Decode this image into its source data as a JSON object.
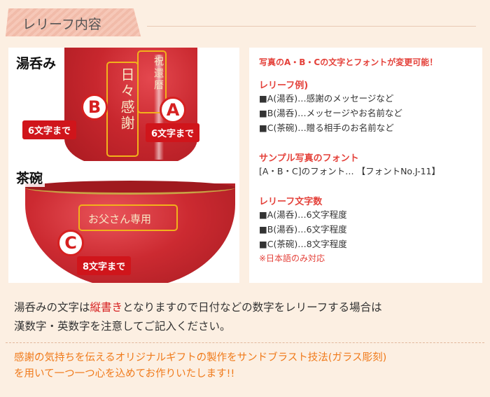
{
  "header": {
    "title": "レリーフ内容"
  },
  "photos": {
    "yunomi_label": "湯呑み",
    "chawan_label": "茶碗",
    "engraving_a": "祝還暦",
    "engraving_b": "日々感謝",
    "engraving_c": "お父さん専用",
    "marker_a": "A",
    "marker_b": "B",
    "marker_c": "C",
    "limit_a": "6文字まで",
    "limit_b": "6文字まで",
    "limit_c": "8文字まで"
  },
  "info": {
    "headline": "写真のA・B・Cの文字とフォントが変更可能！",
    "example_title": "レリーフ例)",
    "example_lines": [
      "■A(湯呑)…感謝のメッセージなど",
      "■B(湯呑)…メッセージやお名前など",
      "■C(茶碗)…贈る相手のお名前など"
    ],
    "font_title": "サンプル写真のフォント",
    "font_line": "[A・B・C]のフォント… 【フォントNo.J-11】",
    "count_title": "レリーフ文字数",
    "count_lines": [
      "■A(湯呑)…6文字程度",
      "■B(湯呑)…6文字程度",
      "■C(茶碗)…8文字程度"
    ],
    "note": "※日本語のみ対応"
  },
  "message": {
    "part1": "湯呑みの文字は",
    "highlight": "縦書き",
    "part2": "となりますので日付などの数字をレリーフする場合は",
    "line2": "漢数字・英数字を注意してご記入ください。"
  },
  "closing": {
    "line1": "感謝の気持ちを伝えるオリジナルギフトの製作をサンドブラスト技法(ガラス彫刻)",
    "line2": "を用いて一つ一つ心を込めてお作りいたします!!"
  },
  "colors": {
    "background": "#fcefe2",
    "accent_red": "#d0151b",
    "heading_red": "#e4413a",
    "closing_orange": "#f07a1a",
    "engrave_gold": "#f2b21b"
  }
}
